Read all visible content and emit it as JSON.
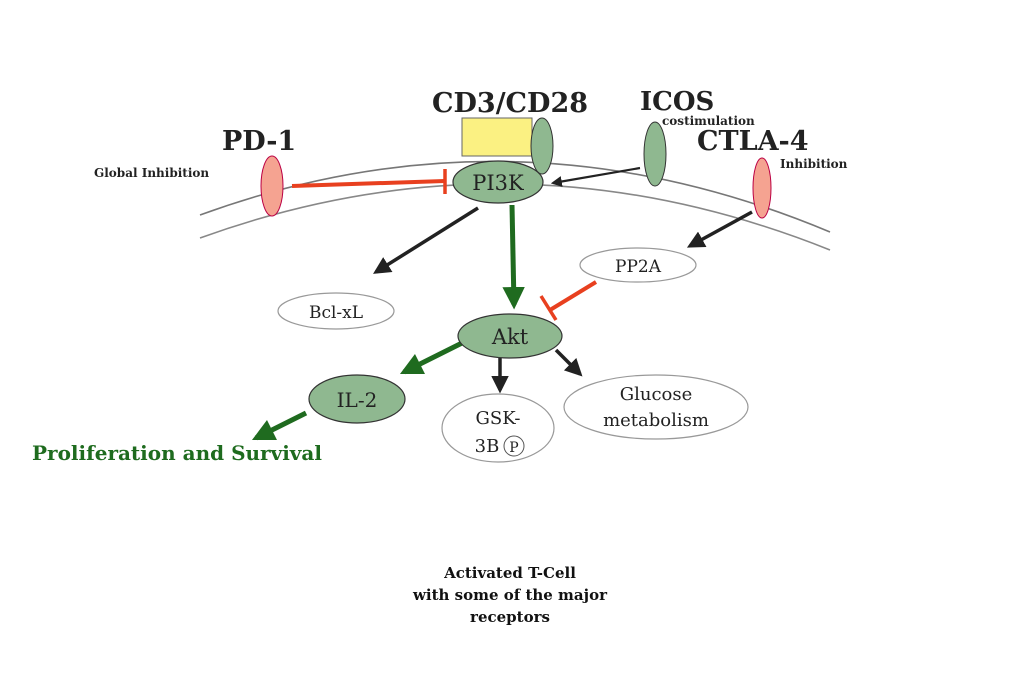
{
  "labels": {
    "pd1": "PD-1",
    "global_inhibition": "Global Inhibition",
    "cd3cd28": "CD3/CD28",
    "icos": "ICOS",
    "costimulation": "costimulation",
    "ctla4": "CTLA-4",
    "inhibition": "Inhibition",
    "pi3k": "PI3K",
    "pp2a": "PP2A",
    "bclxl": "Bcl-xL",
    "akt": "Akt",
    "il2": "IL-2",
    "gsk_line1": "GSK-",
    "gsk_line2": "3B",
    "phospho": "P",
    "glucose_line1": "Glucose",
    "glucose_line2": "metabolism",
    "proliferation": "Proliferation and Survival"
  },
  "caption": {
    "line1": "Activated T-Cell",
    "line2": "with some of the major",
    "line3": "receptors"
  },
  "colors": {
    "receptor_green": "#8fb890",
    "receptor_pink": "#f5a391",
    "cd3_yellow": "#fbf182",
    "activation_arrow": "#1f6b1f",
    "inhibition_line": "#e8401f",
    "plain_arrow": "#222222",
    "proliferation_text": "#1e6b1e"
  }
}
